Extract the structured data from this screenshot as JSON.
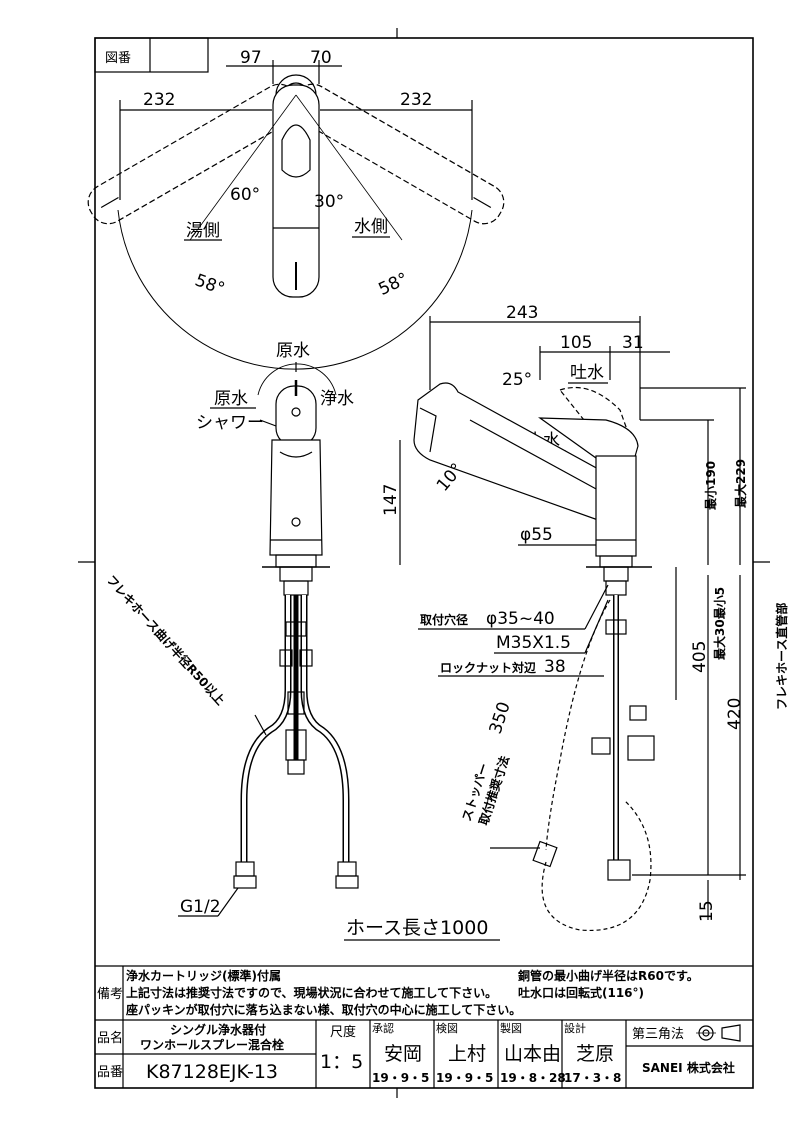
{
  "header": {
    "zuban_label": "図番"
  },
  "top_view": {
    "dim_left_232": "232",
    "dim_97": "97",
    "dim_70": "70",
    "dim_right_232": "232",
    "angle_60": "60°",
    "angle_30": "30°",
    "angle_58_left": "58°",
    "angle_58_right": "58°",
    "hot_side": "湯側",
    "cold_side": "水側"
  },
  "front_view": {
    "raw_water_top": "原水",
    "raw_water_left": "原水",
    "shower": "シャワー",
    "purified": "浄水",
    "flex_hose_bend": "フレキホース曲げ半径R50以上",
    "g_thread": "G1/2",
    "hose_length": "ホース長さ1000"
  },
  "side_view": {
    "dim_243": "243",
    "dim_105": "105",
    "dim_31": "31",
    "angle_25": "25°",
    "spout_water": "吐水",
    "stop_water": "止水",
    "angle_10": "10°",
    "dim_147": "147",
    "dia_55": "φ55",
    "max_190": "最小190",
    "max_229": "最大229",
    "mount_hole": "取付穴径",
    "mount_hole_val": "φ35~40",
    "thread": "M35X1.5",
    "locknut": "ロックナット対辺",
    "locknut_val": "38",
    "stopper_1": "ストッパー",
    "stopper_2": "取付推奨寸法",
    "dim_350": "350",
    "max_thickness": "最大30最小5",
    "flex_straight": "フレキホース直管部",
    "dim_405": "405",
    "dim_420": "420",
    "dim_15": "15"
  },
  "notes": {
    "label": "備考",
    "line1": "浄水カートリッジ(標準)付属",
    "line2": "上記寸法は推奨寸法ですので、現場状況に合わせて施工して下さい。",
    "line3": "座パッキンが取付穴に落ち込まない様、取付穴の中心に施工して下さい。",
    "right1": "銅管の最小曲げ半径はR60です。",
    "right2": "吐水口は回転式(116°)"
  },
  "title_block": {
    "name_label": "品名",
    "name_line1": "シングル浄水器付",
    "name_line2": "ワンホールスプレー混合栓",
    "number_label": "品番",
    "number": "K87128EJK-13",
    "scale_label": "尺度",
    "scale": "1：5",
    "approve_label": "承認",
    "approve_name": "安岡",
    "approve_date": "19・9・5",
    "check_label": "検図",
    "check_name": "上村",
    "check_date": "19・9・5",
    "draw_label": "製図",
    "draw_name": "山本由",
    "draw_date": "19・8・28",
    "design_label": "設計",
    "design_name": "芝原",
    "design_date": "17・3・8",
    "projection": "第三角法",
    "company": "SANEI 株式会社"
  }
}
